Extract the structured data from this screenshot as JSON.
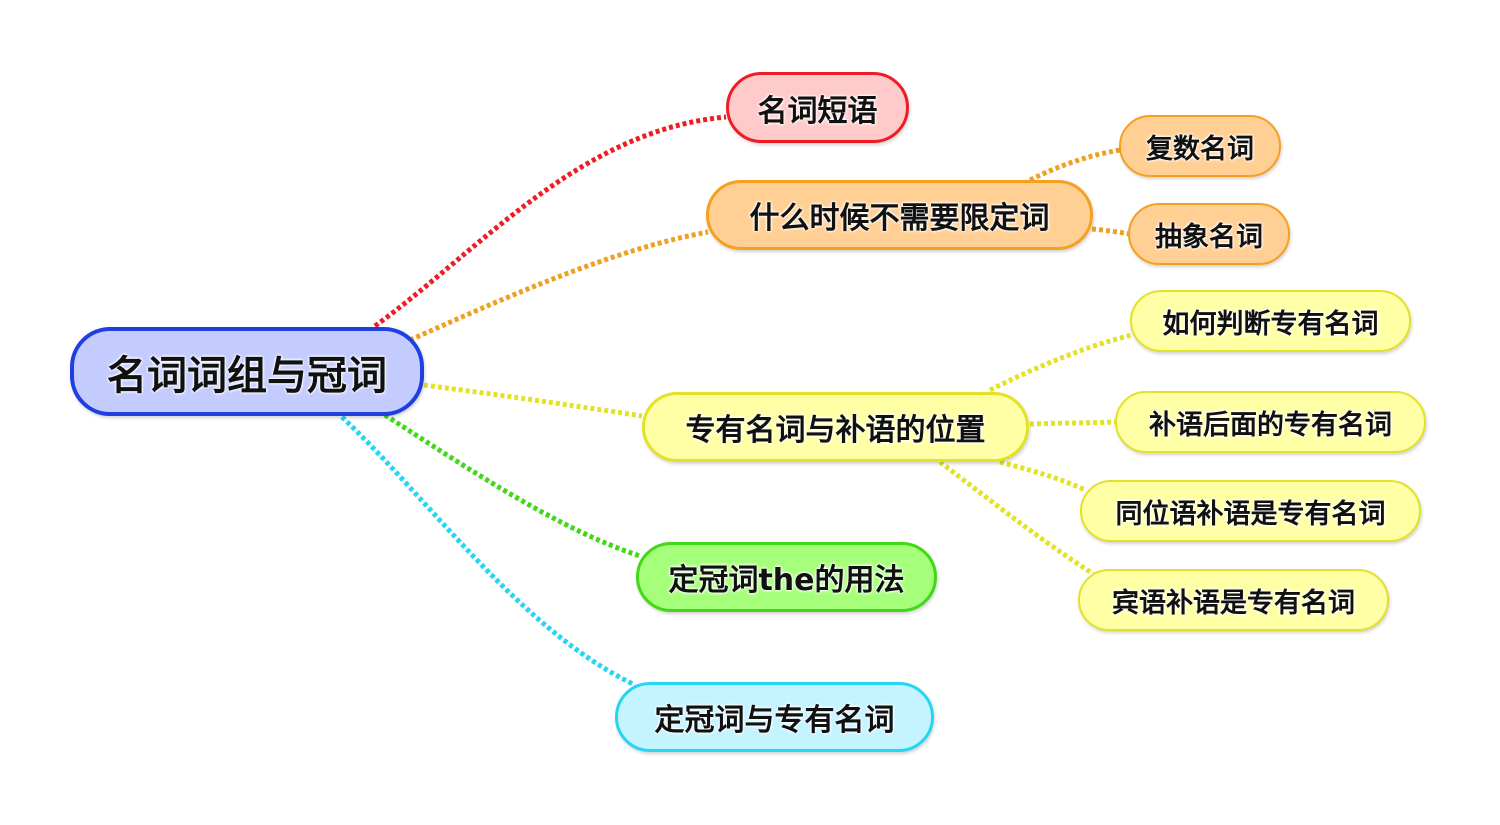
{
  "colors": {
    "root_fill": "#c3cbff",
    "root_border": "#1f3fe0",
    "red_fill": "#ffcaca",
    "red_border": "#ee1c24",
    "orange_fill": "#ffcf94",
    "orange_border": "#f5a021",
    "yellow_fill": "#ffffa6",
    "yellow_border": "#e2e227",
    "green_fill": "#a6ff7a",
    "green_border": "#41d817",
    "cyan_fill": "#c4f4ff",
    "cyan_border": "#27d4f2"
  },
  "mindmap": {
    "root": "名词词组与冠词",
    "branches": [
      {
        "label": "名词短语",
        "color": "red",
        "children": []
      },
      {
        "label": "什么时候不需要限定词",
        "color": "orange",
        "children": [
          "复数名词",
          "抽象名词"
        ]
      },
      {
        "label": "专有名词与补语的位置",
        "color": "yellow",
        "children": [
          "如何判断专有名词",
          "补语后面的专有名词",
          "同位语补语是专有名词",
          "宾语补语是专有名词"
        ]
      },
      {
        "label": "定冠词the的用法",
        "color": "green",
        "children": []
      },
      {
        "label": "定冠词与专有名词",
        "color": "cyan",
        "children": []
      }
    ]
  }
}
